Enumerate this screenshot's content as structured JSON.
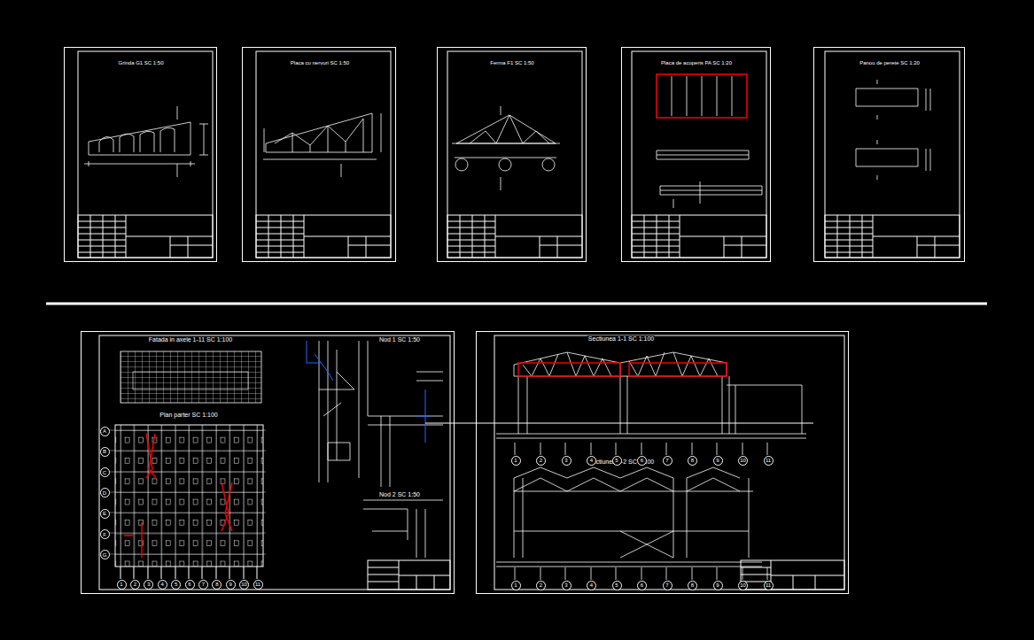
{
  "diagram": {
    "nodes": [
      {
        "text": [
          "Grinda G1 SC 1:50"
        ]
      },
      {
        "text": [
          "Placa cu nervuri SC 1:50"
        ]
      },
      {
        "text": [
          "Ferma F1 SC 1:50"
        ]
      },
      {
        "text": [
          "Placa de acoperis PA SC 1:20"
        ]
      },
      {
        "text": [
          "Panou de perete SC 1:20"
        ]
      },
      {
        "text": [
          "Fatada in axele 1-11 SC 1:100",
          "Plan parter SC 1:100",
          "Nod 1 SC 1:50",
          "Nod 2 SC 1:50"
        ]
      },
      {
        "text": [
          "Sectiunea 1-1 SC 1:100",
          "Sectiunea 2-2 SC 1:100"
        ]
      },
      {
        "text": [
          "1"
        ],
        "in": 5
      },
      {
        "text": [
          "2"
        ],
        "in": 5
      },
      {
        "text": [
          "3"
        ],
        "in": 5
      },
      {
        "text": [
          "4"
        ],
        "in": 5
      },
      {
        "text": [
          "5"
        ],
        "in": 5
      },
      {
        "text": [
          "6"
        ],
        "in": 5
      },
      {
        "text": [
          "7"
        ],
        "in": 5
      },
      {
        "text": [
          "8"
        ],
        "in": 5
      },
      {
        "text": [
          "9"
        ],
        "in": 5
      },
      {
        "text": [
          "10"
        ],
        "in": 5
      },
      {
        "text": [
          "11"
        ],
        "in": 5
      },
      {
        "text": [
          "A"
        ],
        "in": 5
      },
      {
        "text": [
          "B"
        ],
        "in": 5
      },
      {
        "text": [
          "C"
        ],
        "in": 5
      },
      {
        "text": [
          "D"
        ],
        "in": 5
      },
      {
        "text": [
          "E"
        ],
        "in": 5
      },
      {
        "text": [
          "F"
        ],
        "in": 5
      },
      {
        "text": [
          "G"
        ],
        "in": 5
      },
      {
        "text": [
          "1"
        ],
        "in": 6
      },
      {
        "text": [
          "2"
        ],
        "in": 6
      },
      {
        "text": [
          "3"
        ],
        "in": 6
      },
      {
        "text": [
          "4"
        ],
        "in": 6
      },
      {
        "text": [
          "5"
        ],
        "in": 6
      },
      {
        "text": [
          "6"
        ],
        "in": 6
      },
      {
        "text": [
          "7"
        ],
        "in": 6
      },
      {
        "text": [
          "8"
        ],
        "in": 6
      },
      {
        "text": [
          "9"
        ],
        "in": 6
      },
      {
        "text": [
          "10"
        ],
        "in": 6
      },
      {
        "text": [
          "11"
        ],
        "in": 6
      },
      {
        "text": [
          "1"
        ],
        "in": 6
      },
      {
        "text": [
          "2"
        ],
        "in": 6
      },
      {
        "text": [
          "3"
        ],
        "in": 6
      },
      {
        "text": [
          "4"
        ],
        "in": 6
      },
      {
        "text": [
          "5"
        ],
        "in": 6
      },
      {
        "text": [
          "6"
        ],
        "in": 6
      },
      {
        "text": [
          "7"
        ],
        "in": 6
      },
      {
        "text": [
          "8"
        ],
        "in": 6
      },
      {
        "text": [
          "9"
        ],
        "in": 6
      },
      {
        "text": [
          "10"
        ],
        "in": 6
      },
      {
        "text": [
          "11"
        ],
        "in": 6
      }
    ]
  }
}
